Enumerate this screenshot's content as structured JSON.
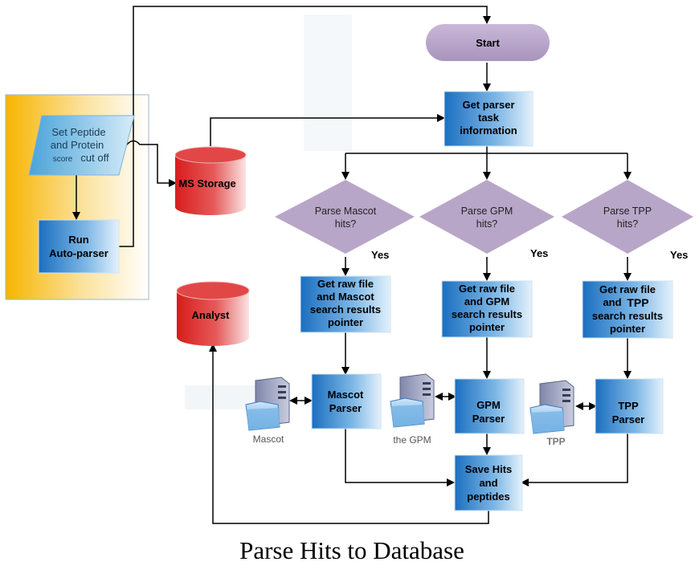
{
  "caption": "Parse Hits to Database",
  "colors": {
    "panel_orange": "#f7b500",
    "diamond_purple": "#b8a6c8",
    "box_blue_dark": "#1f73c2",
    "box_blue_light": "#d9ecf9",
    "cylinder_red": "#cc1a1a",
    "line": "#000000"
  },
  "nodes": {
    "start": "Start",
    "get_parser_task": [
      "Get parser",
      "task",
      "information"
    ],
    "set_cutoff": [
      "Set Peptide",
      "and Protein"
    ],
    "set_cutoff_score": "score",
    "set_cutoff_cut": "cut off",
    "run_autoparser": [
      "Run",
      "Auto-parser"
    ],
    "ms_storage": "MS Storage",
    "analyst": "Analyst",
    "parse_mascot": [
      "Parse Mascot",
      "hits?"
    ],
    "parse_gpm": [
      "Parse GPM",
      "hits?"
    ],
    "parse_tpp": [
      "Parse TPP",
      "hits?"
    ],
    "yes_mascot": "Yes",
    "yes_gpm": "Yes",
    "yes_tpp": "Yes",
    "raw_mascot": [
      "Get raw file",
      "and Mascot",
      "search results",
      "pointer"
    ],
    "raw_gpm": [
      "Get raw file",
      "and GPM",
      "search results",
      "pointer"
    ],
    "raw_tpp_line1": "Get raw file",
    "raw_tpp_and": "and",
    "raw_tpp_tpp": "TPP",
    "raw_tpp_rest": [
      "search results",
      "pointer"
    ],
    "mascot_parser": [
      "Mascot",
      "Parser"
    ],
    "gpm_parser": [
      "GPM",
      "Parser"
    ],
    "tpp_parser": [
      "TPP",
      "Parser"
    ],
    "save_hits": [
      "Save Hits",
      "and",
      "peptides"
    ],
    "server_mascot": "Mascot",
    "server_gpm": "the GPM",
    "server_tpp": "TPP"
  }
}
